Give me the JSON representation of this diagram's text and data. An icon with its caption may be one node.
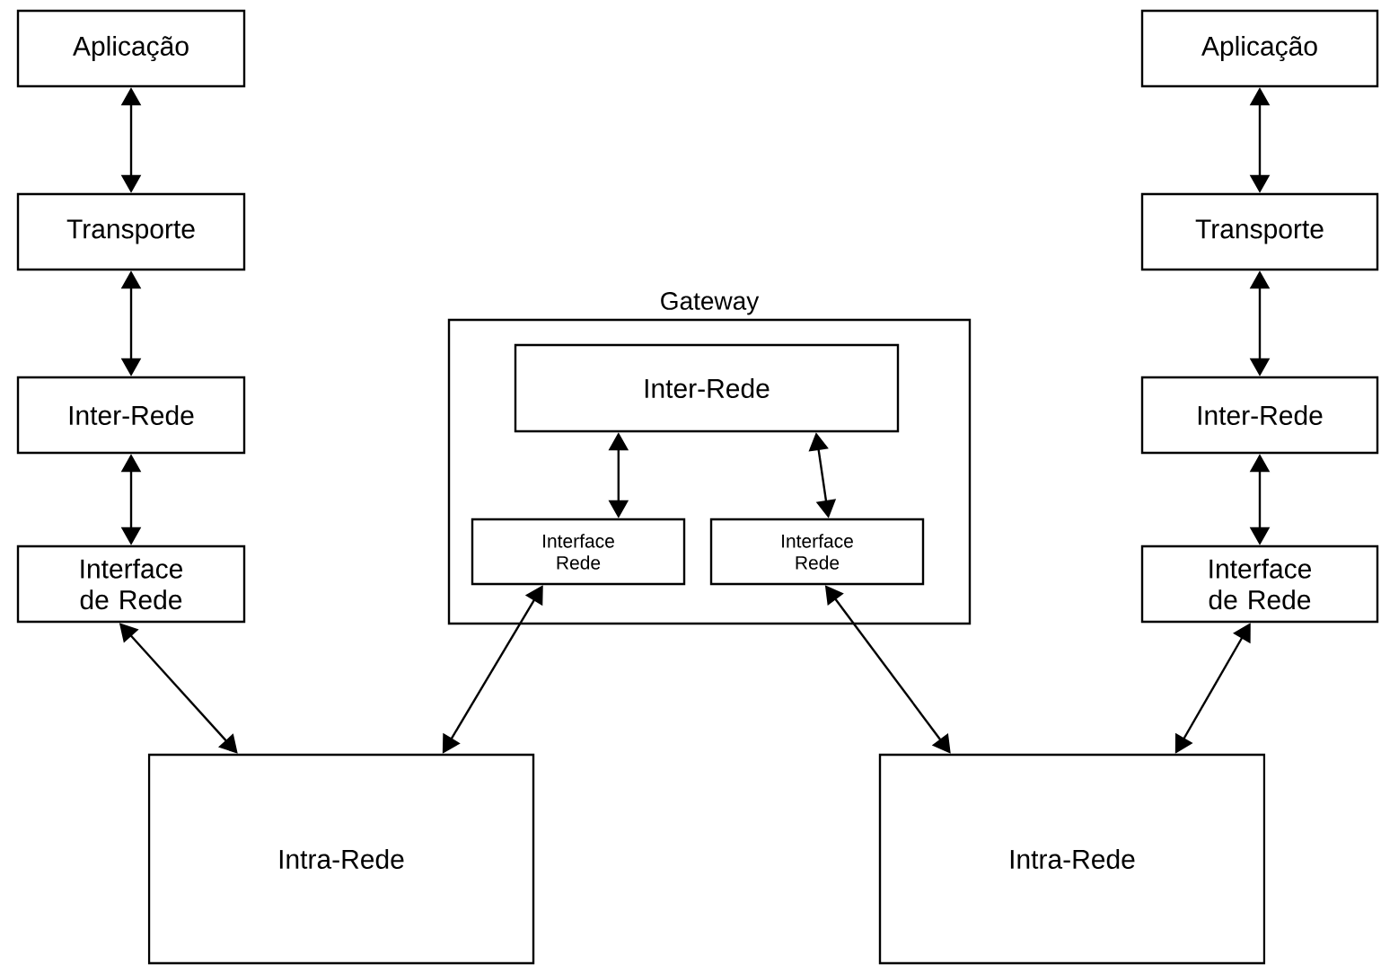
{
  "diagram": {
    "nodes": [
      {
        "text": [
          "Aplicação"
        ]
      },
      {
        "text": [
          "Transporte"
        ]
      },
      {
        "text": [
          "Inter-Rede"
        ]
      },
      {
        "text": [
          "Interface de Rede"
        ]
      },
      {
        "text": [
          "Gateway"
        ]
      },
      {
        "text": [
          "Inter-Rede"
        ],
        "in": 4
      },
      {
        "text": [
          "Interface Rede"
        ],
        "in": 4
      },
      {
        "text": [
          "Interface Rede"
        ],
        "in": 4
      },
      {
        "text": [
          "Aplicação"
        ]
      },
      {
        "text": [
          "Transporte"
        ]
      },
      {
        "text": [
          "Inter-Rede"
        ]
      },
      {
        "text": [
          "Interface de Rede"
        ]
      },
      {
        "text": [
          "Intra-Rede"
        ]
      },
      {
        "text": [
          "Intra-Rede"
        ]
      }
    ],
    "edges": [
      {
        "from": 0,
        "to": 1,
        "arrow": "both"
      },
      {
        "from": 1,
        "to": 2,
        "arrow": "both"
      },
      {
        "from": 2,
        "to": 3,
        "arrow": "both"
      },
      {
        "from": 5,
        "to": 6,
        "arrow": "both"
      },
      {
        "from": 5,
        "to": 7,
        "arrow": "both"
      },
      {
        "from": 8,
        "to": 9,
        "arrow": "both"
      },
      {
        "from": 9,
        "to": 10,
        "arrow": "both"
      },
      {
        "from": 10,
        "to": 11,
        "arrow": "both"
      },
      {
        "from": 3,
        "to": 12,
        "arrow": "both"
      },
      {
        "from": 6,
        "to": 12,
        "arrow": "both"
      },
      {
        "from": 7,
        "to": 13,
        "arrow": "both"
      },
      {
        "from": 11,
        "to": 13,
        "arrow": "both"
      }
    ]
  }
}
